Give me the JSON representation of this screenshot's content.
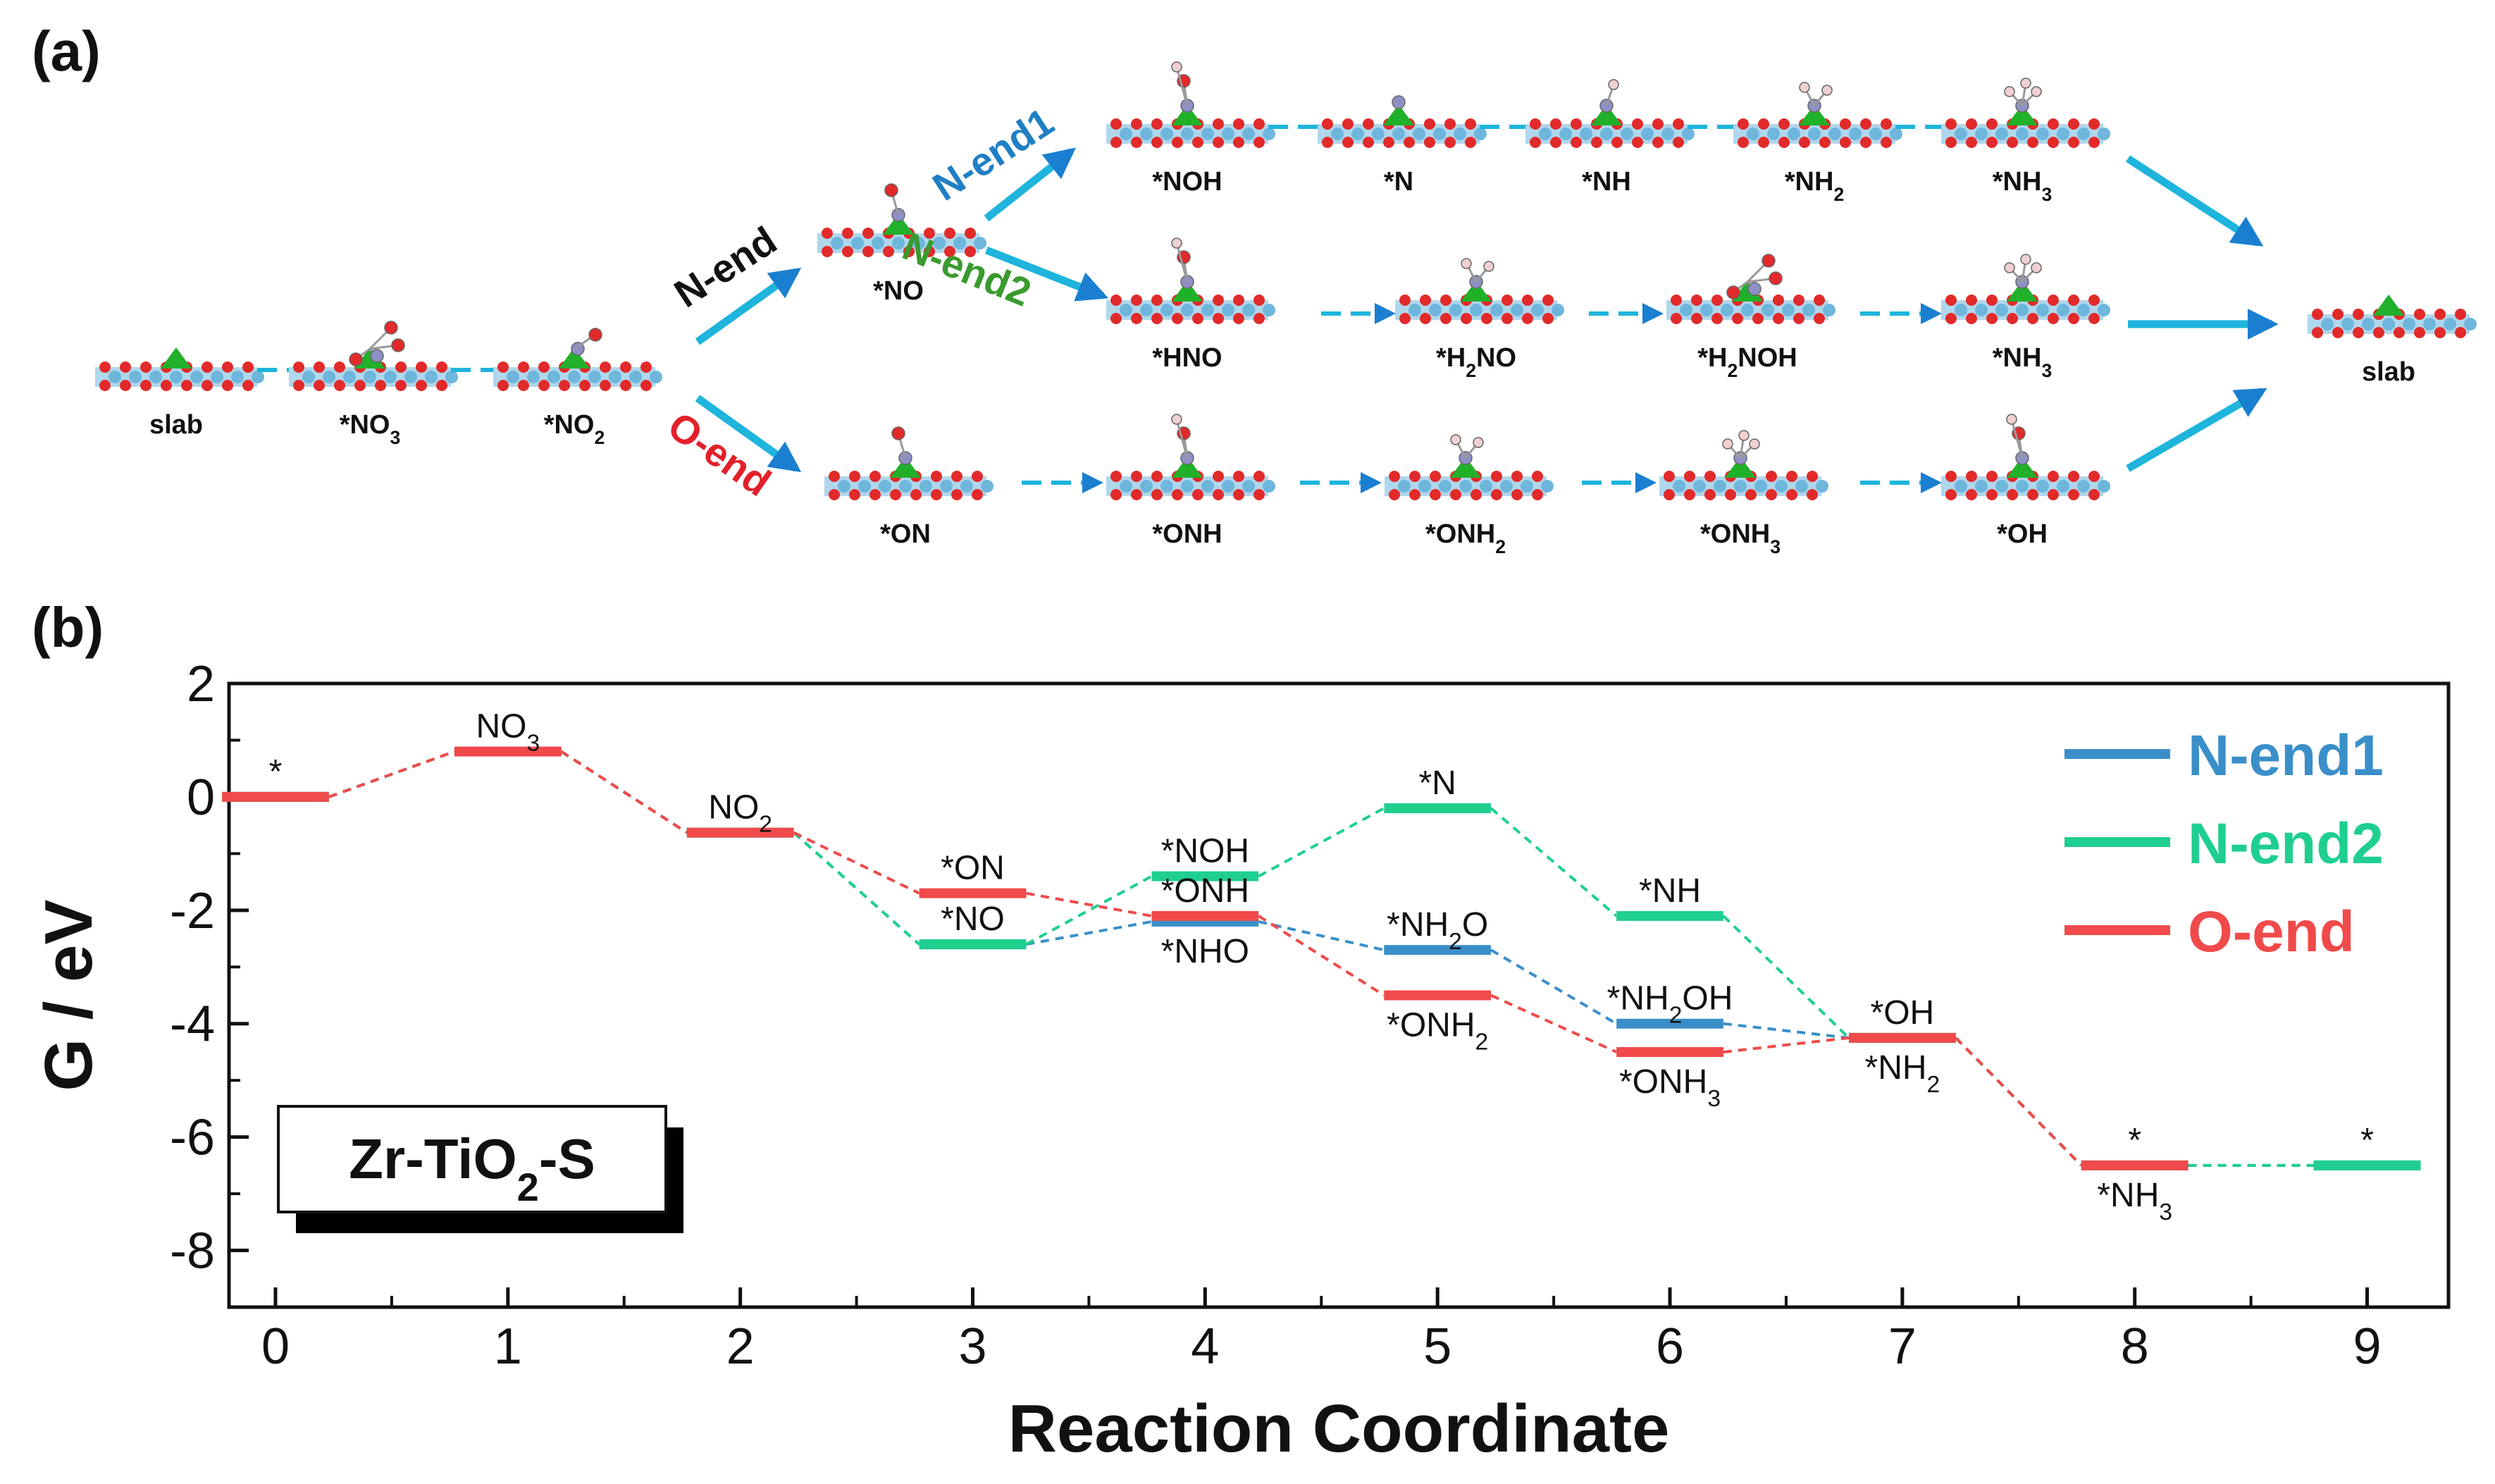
{
  "panel_a": {
    "label": "(a)",
    "route_labels": [
      {
        "key": "nend",
        "text": "N-end",
        "color": "#111111"
      },
      {
        "key": "oend",
        "text": "O-end",
        "color": "#e3202a"
      },
      {
        "key": "nend1",
        "text": "N-end1",
        "color": "#1f7fc4"
      },
      {
        "key": "nend2",
        "text": "N-end2",
        "color": "#3a9a2e"
      }
    ],
    "structures": [
      {
        "key": "slab0",
        "label": "slab",
        "adsorbate": "none"
      },
      {
        "key": "no3",
        "label": "*NO",
        "sub": "3",
        "adsorbate": "no3"
      },
      {
        "key": "no2",
        "label": "*NO",
        "sub": "2",
        "adsorbate": "no2"
      },
      {
        "key": "no",
        "label": "*NO",
        "adsorbate": "no"
      },
      {
        "key": "on",
        "label": "*ON",
        "adsorbate": "no"
      },
      {
        "key": "noh",
        "label": "*NOH",
        "adsorbate": "noh"
      },
      {
        "key": "n",
        "label": "*N",
        "adsorbate": "n"
      },
      {
        "key": "nh",
        "label": "*NH",
        "adsorbate": "nh"
      },
      {
        "key": "nh2a",
        "label": "*NH",
        "sub": "2",
        "adsorbate": "nh2"
      },
      {
        "key": "nh3a",
        "label": "*NH",
        "sub": "3",
        "adsorbate": "nh3"
      },
      {
        "key": "hno",
        "label": "*HNO",
        "adsorbate": "noh"
      },
      {
        "key": "h2no",
        "label": "*H",
        "sub": "2",
        "after": "NO",
        "adsorbate": "nh2"
      },
      {
        "key": "h2noh",
        "label": "*H",
        "sub": "2",
        "after": "NOH",
        "adsorbate": "no3"
      },
      {
        "key": "nh3b",
        "label": "*NH",
        "sub": "3",
        "adsorbate": "nh3"
      },
      {
        "key": "onh",
        "label": "*ONH",
        "adsorbate": "noh"
      },
      {
        "key": "onh2",
        "label": "*ONH",
        "sub": "2",
        "adsorbate": "nh2"
      },
      {
        "key": "onh3",
        "label": "*ONH",
        "sub": "3",
        "adsorbate": "nh3"
      },
      {
        "key": "oh",
        "label": "*OH",
        "adsorbate": "noh"
      },
      {
        "key": "slab1",
        "label": "slab",
        "adsorbate": "none"
      }
    ]
  },
  "panel_b": {
    "label": "(b)",
    "box_label": {
      "main": "Zr-TiO",
      "sub": "2",
      "after": "-S"
    }
  },
  "colors": {
    "N-end1": "#3a8fc9",
    "N-end2": "#1fcf8f",
    "O-end": "#f04a4a",
    "arrow": "#1eb4dc",
    "Ti": "#6fb6dc",
    "O": "#e22a2a",
    "Zr": "#21b02a",
    "N": "#8e8fc6",
    "H": "#f0d0d0"
  },
  "chart_data": {
    "type": "line",
    "xlabel": "Reaction Coordinate",
    "ylabel": "G / eV",
    "xlim": [
      -0.2,
      9.35
    ],
    "ylim": [
      -9,
      2
    ],
    "xticks": [
      "0",
      "1",
      "2",
      "3",
      "4",
      "5",
      "6",
      "7",
      "8",
      "9"
    ],
    "yticks": [
      "2",
      "0",
      "-2",
      "-4",
      "-6",
      "-8"
    ],
    "legend_position": "top-right",
    "series": [
      {
        "name": "N-end1",
        "levels": [
          {
            "x": 0,
            "y": 0
          },
          {
            "x": 1,
            "y": 0.8
          },
          {
            "x": 2,
            "y": -0.63
          },
          {
            "x": 3,
            "y": -2.6
          },
          {
            "x": 4,
            "y": -2.2
          },
          {
            "x": 5,
            "y": -2.7
          },
          {
            "x": 6,
            "y": -4.0
          },
          {
            "x": 7,
            "y": -4.25
          },
          {
            "x": 8,
            "y": -6.5
          },
          {
            "x": 9,
            "y": -6.5
          }
        ]
      },
      {
        "name": "N-end2",
        "levels": [
          {
            "x": 0,
            "y": 0
          },
          {
            "x": 1,
            "y": 0.8
          },
          {
            "x": 2,
            "y": -0.63
          },
          {
            "x": 3,
            "y": -2.6
          },
          {
            "x": 4,
            "y": -1.4
          },
          {
            "x": 5,
            "y": -0.2
          },
          {
            "x": 6,
            "y": -2.1
          },
          {
            "x": 7,
            "y": -4.25
          },
          {
            "x": 8,
            "y": -6.5
          },
          {
            "x": 9,
            "y": -6.5
          }
        ]
      },
      {
        "name": "O-end",
        "levels": [
          {
            "x": 0,
            "y": 0
          },
          {
            "x": 1,
            "y": 0.8
          },
          {
            "x": 2,
            "y": -0.63
          },
          {
            "x": 3,
            "y": -1.7
          },
          {
            "x": 4,
            "y": -2.1
          },
          {
            "x": 5,
            "y": -3.5
          },
          {
            "x": 6,
            "y": -4.5
          },
          {
            "x": 7,
            "y": -4.25
          },
          {
            "x": 8,
            "y": -6.5
          }
        ]
      }
    ],
    "annotations": [
      {
        "x": 0,
        "y": 0,
        "pos": "above",
        "text": "*"
      },
      {
        "x": 1,
        "y": 0.8,
        "pos": "above",
        "text": "NO",
        "sub": "3"
      },
      {
        "x": 2,
        "y": -0.63,
        "pos": "above",
        "text": "NO",
        "sub": "2"
      },
      {
        "x": 3,
        "y": -1.7,
        "pos": "above",
        "text": "*ON"
      },
      {
        "x": 3,
        "y": -2.6,
        "pos": "above",
        "text": "*NO"
      },
      {
        "x": 4,
        "y": -1.4,
        "pos": "above",
        "text": "*NOH"
      },
      {
        "x": 4,
        "y": -2.1,
        "pos": "above",
        "text": "*ONH"
      },
      {
        "x": 4,
        "y": -2.2,
        "pos": "below",
        "text": "*NHO"
      },
      {
        "x": 5,
        "y": -0.2,
        "pos": "above",
        "text": "*N"
      },
      {
        "x": 5,
        "y": -2.7,
        "pos": "above",
        "text": "*NH",
        "sub": "2",
        "after": "O"
      },
      {
        "x": 5,
        "y": -3.5,
        "pos": "below",
        "text": "*ONH",
        "sub": "2"
      },
      {
        "x": 6,
        "y": -2.1,
        "pos": "above",
        "text": "*NH"
      },
      {
        "x": 6,
        "y": -4.0,
        "pos": "above",
        "text": "*NH",
        "sub": "2",
        "after": "OH"
      },
      {
        "x": 6,
        "y": -4.5,
        "pos": "below",
        "text": "*ONH",
        "sub": "3"
      },
      {
        "x": 7,
        "y": -4.25,
        "pos": "above",
        "text": "*OH"
      },
      {
        "x": 7,
        "y": -4.25,
        "pos": "below",
        "text": "*NH",
        "sub": "2"
      },
      {
        "x": 8,
        "y": -6.5,
        "pos": "above",
        "text": "*"
      },
      {
        "x": 8,
        "y": -6.5,
        "pos": "below",
        "text": "*NH",
        "sub": "3"
      },
      {
        "x": 9,
        "y": -6.5,
        "pos": "above",
        "text": "*"
      }
    ]
  }
}
